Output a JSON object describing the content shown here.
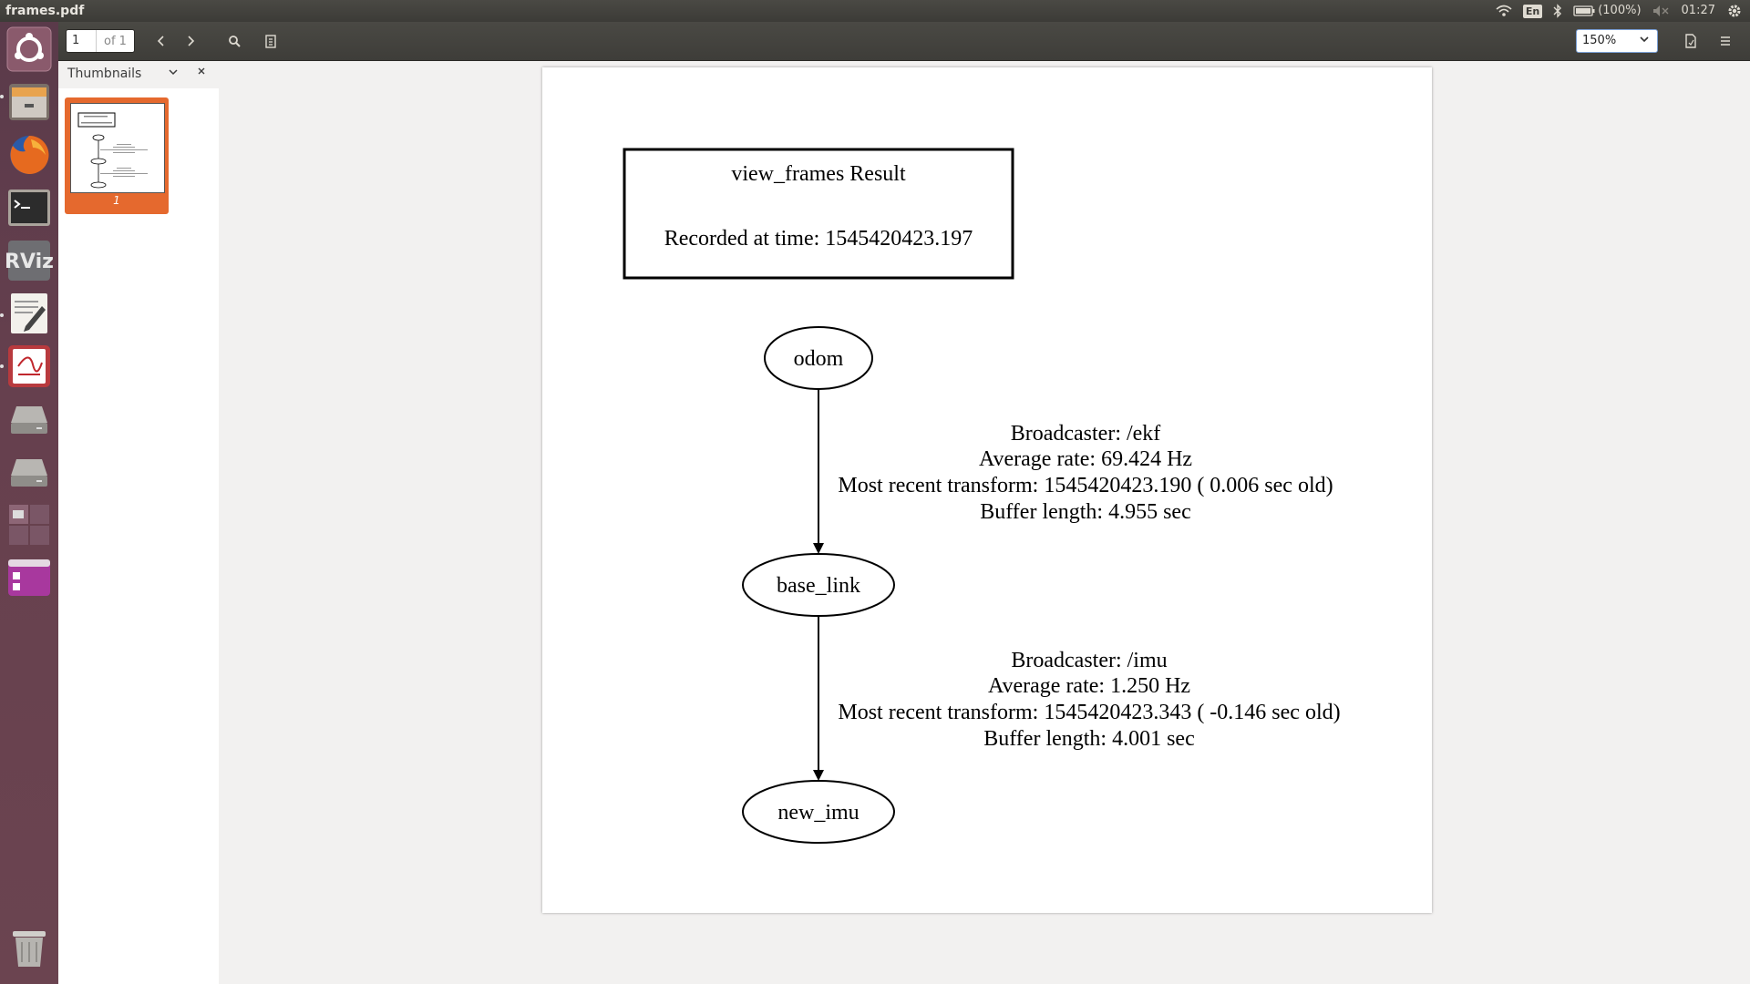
{
  "window": {
    "title": "frames.pdf"
  },
  "top_panel": {
    "keyboard_layout": "En",
    "battery": "(100%)",
    "clock": "01:27",
    "icons": [
      "wifi-icon",
      "keyboard-layout-icon",
      "bluetooth-icon",
      "battery-icon",
      "volume-muted-icon",
      "settings-gear-icon"
    ]
  },
  "launcher": {
    "items": [
      "ubuntu-dash",
      "files",
      "firefox",
      "terminal",
      "rviz",
      "text-editor",
      "document-viewer",
      "drive",
      "drive",
      "workspace-switcher",
      "app-window"
    ],
    "trash": "trash-icon"
  },
  "toolbar": {
    "page_current": "1",
    "page_total_label": "of 1",
    "zoom": "150%"
  },
  "sidebar": {
    "title": "Thumbnails",
    "thumbnail_label": "1"
  },
  "document": {
    "header": {
      "title": "view_frames Result",
      "recorded": "Recorded at time: 1545420423.197"
    },
    "nodes": {
      "n1": "odom",
      "n2": "base_link",
      "n3": "new_imu"
    },
    "edge1": {
      "broadcaster": "Broadcaster: /ekf",
      "rate": "Average rate: 69.424 Hz",
      "recent": "Most recent transform: 1545420423.190 ( 0.006 sec old)",
      "buffer": "Buffer length: 4.955 sec"
    },
    "edge2": {
      "broadcaster": "Broadcaster: /imu",
      "rate": "Average rate: 1.250 Hz",
      "recent": "Most recent transform: 1545420423.343 ( -0.146 sec old)",
      "buffer": "Buffer length: 4.001 sec"
    }
  }
}
